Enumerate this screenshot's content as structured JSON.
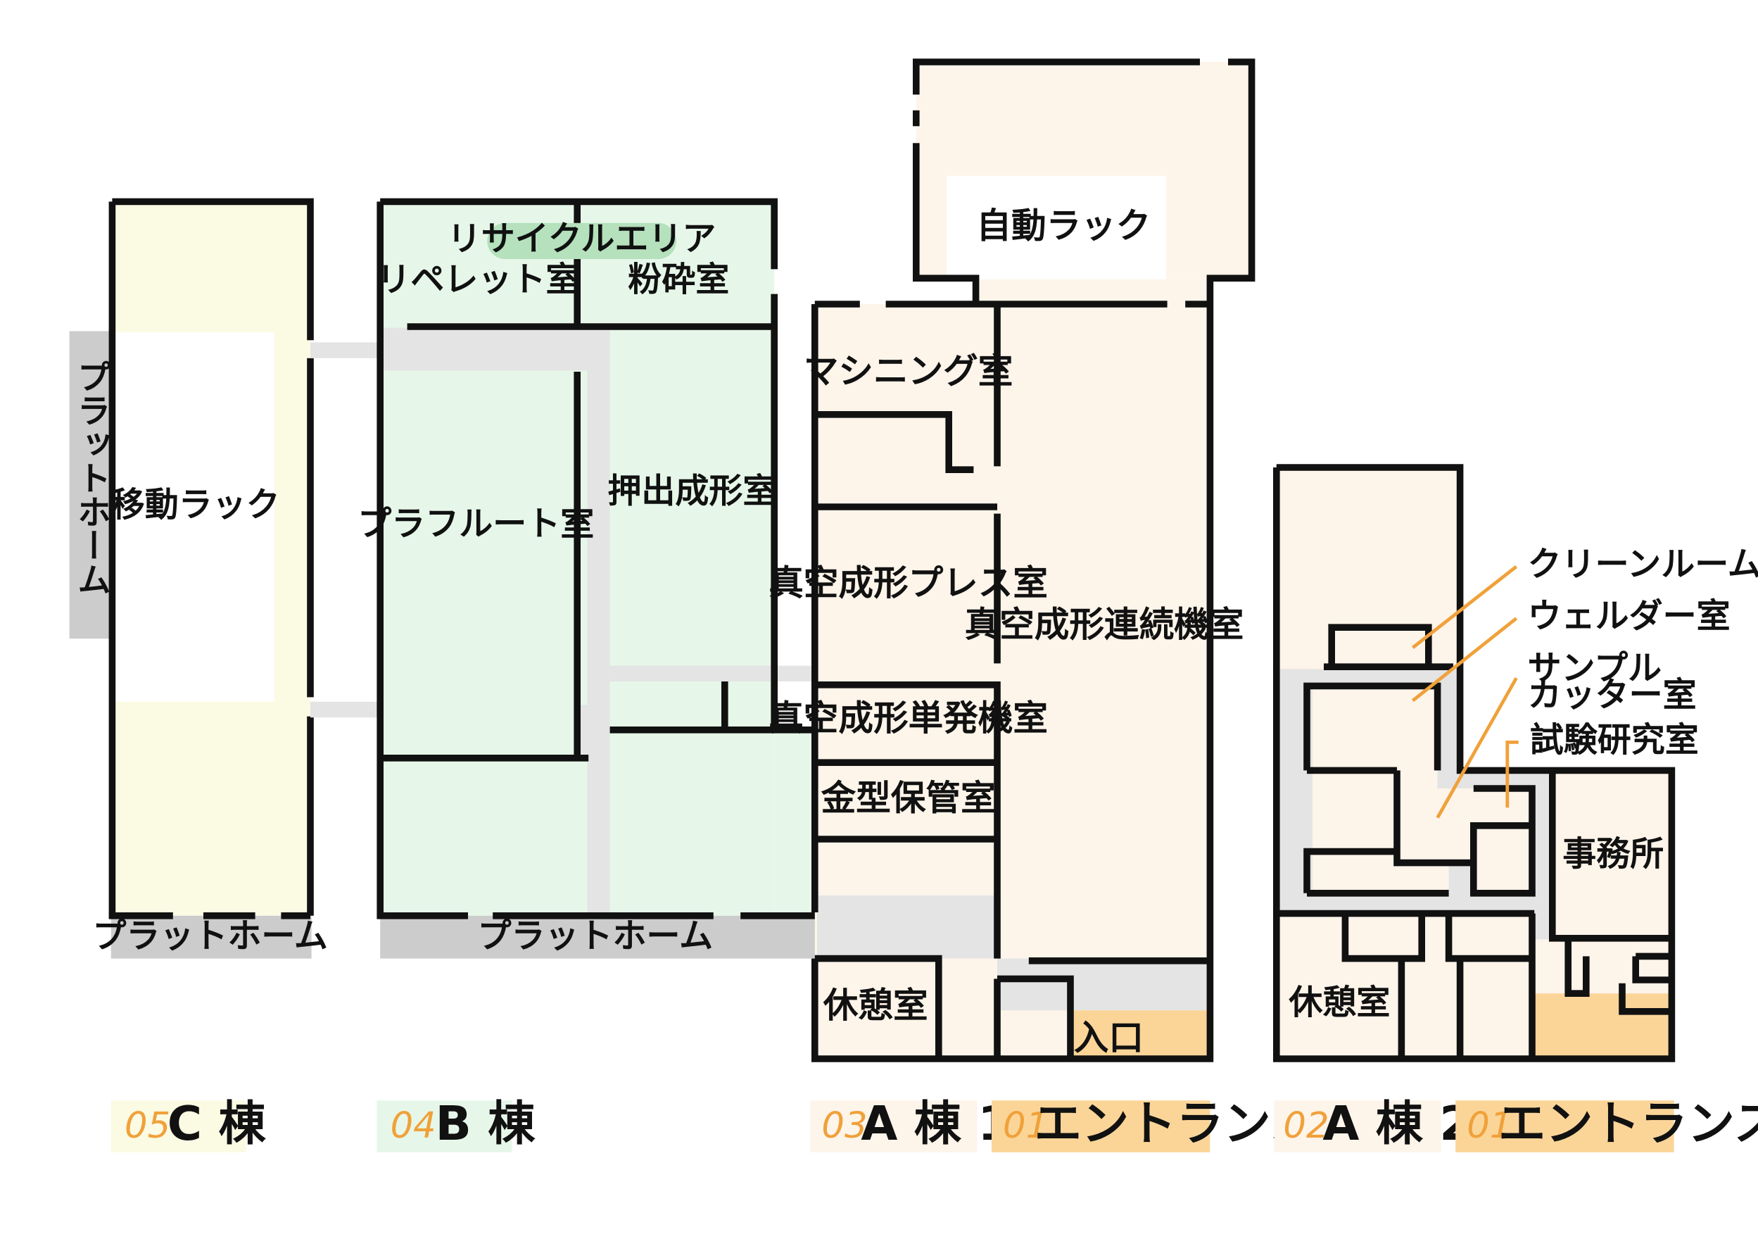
{
  "colors": {
    "c_building": "#fbfae3",
    "b_building": "#e6f7e9",
    "a_building": "#fdf4ea",
    "entrance": "#fbd598",
    "corridor": "#e4e4e4",
    "platform": "#cccccc",
    "recycle_pill": "#b5e1bd",
    "callout_line": "#f0a13a",
    "legend_number": "#f0a13a",
    "wall": "#111111"
  },
  "c_building": {
    "rooms": {
      "moving_rack": "移動ラック"
    },
    "platform_side": "プラットホーム",
    "platform_bottom": "プラットホーム"
  },
  "b_building": {
    "recycle_area": "リサイクルエリア",
    "rooms": {
      "repellet": "リペレット室",
      "crusher": "粉砕室",
      "plaflute": "プラフルート室",
      "extrusion": "押出成形室"
    },
    "platform_bottom": "プラットホーム"
  },
  "a_building_1f": {
    "rooms": {
      "auto_rack": "自動ラック",
      "machining": "マシニング室",
      "vacuum_press": "真空成形プレス室",
      "vacuum_single": "真空成形単発機室",
      "mold_storage": "金型保管室",
      "vacuum_continuous": "真空成形連続機室",
      "break_room": "休憩室",
      "entrance": "入口"
    }
  },
  "a_building_2f": {
    "rooms": {
      "break_room": "休憩室",
      "office": "事務所"
    },
    "callouts": [
      "クリーンルーム",
      "ウェルダー室",
      "サンプル",
      "カッター室",
      "試験研究室"
    ]
  },
  "legend": [
    {
      "number": "05",
      "label": "C 棟",
      "color": "#fbfae3"
    },
    {
      "number": "04",
      "label": "B 棟",
      "color": "#e6f7e9"
    },
    {
      "number": "03",
      "label": "A 棟 1F",
      "color": "#fdf4ea"
    },
    {
      "number": "01",
      "label": "エントランス",
      "color": "#fbd598"
    },
    {
      "number": "02",
      "label": "A 棟 2F",
      "color": "#fdf4ea"
    },
    {
      "number": "01",
      "label": "エントランス",
      "color": "#fbd598"
    }
  ]
}
